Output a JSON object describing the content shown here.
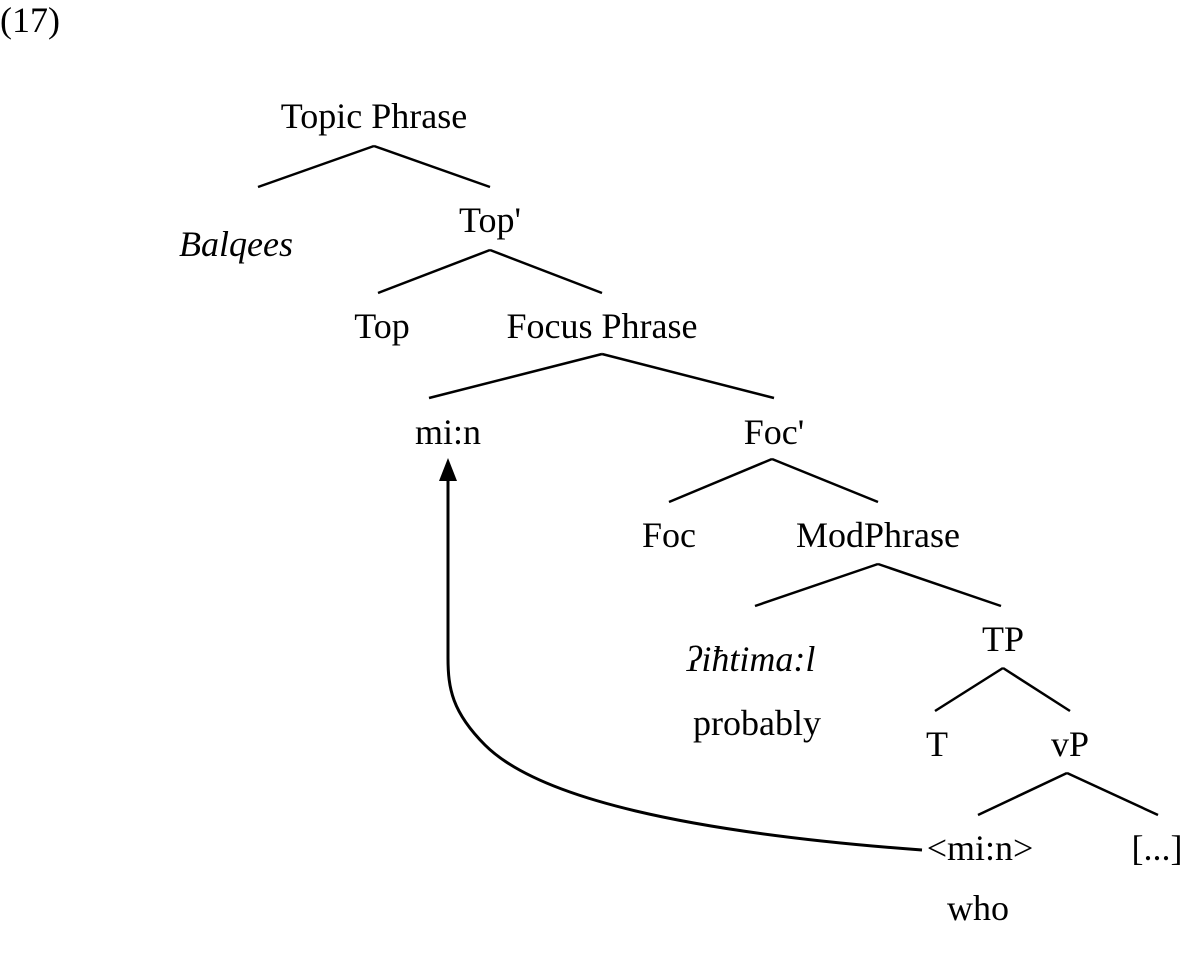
{
  "example_number": "(17)",
  "tree": {
    "topic_phrase": "Topic Phrase",
    "topic": "Balqees",
    "top_bar": "Top'",
    "top_head": "Top",
    "focus_phrase": "Focus Phrase",
    "focus_spec": "mi:n",
    "foc_bar": "Foc'",
    "foc_head": "Foc",
    "mod_phrase": "ModPhrase",
    "modal_word": "ʔiħtima:l",
    "modal_gloss": "probably",
    "tp": "TP",
    "t_head": "T",
    "vp": "vP",
    "trace": "<mi:n>",
    "trace_gloss": "who",
    "rest": "[...]"
  }
}
